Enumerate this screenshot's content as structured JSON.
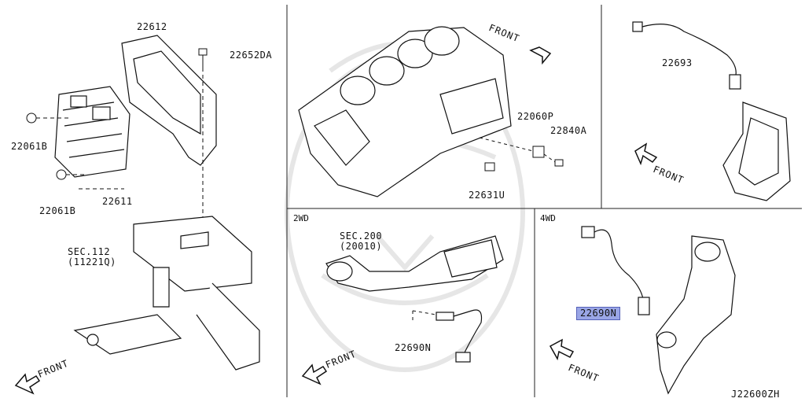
{
  "sections": {
    "two_wd": "2WD",
    "four_wd": "4WD"
  },
  "front_label": "FRONT",
  "parts": {
    "p22612": "22612",
    "p22652da": "22652DA",
    "p22061b_a": "22061B",
    "p22061b_b": "22061B",
    "p22611": "22611",
    "p22060p": "22060P",
    "p22840a": "22840A",
    "p22631u": "22631U",
    "p22693": "22693",
    "p22690n_2wd": "22690N",
    "p22690n_4wd": "22690N"
  },
  "refs": {
    "sec112_line1": "SEC.112",
    "sec112_line2": "(11221Q)",
    "sec200_line1": "SEC.200",
    "sec200_line2": "(20010)"
  },
  "diagram_code": "J22600ZH",
  "colors": {
    "highlight": "#9aa6e6",
    "line": "#111111",
    "watermark": "#e3e3e3"
  }
}
